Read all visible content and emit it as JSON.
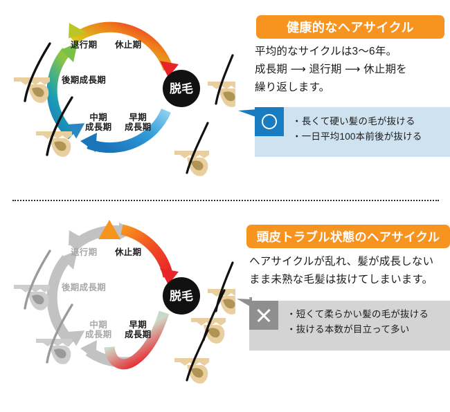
{
  "sections": [
    {
      "id": "healthy",
      "banner": "健康的なヘアサイクル",
      "body": "平均的なサイクルは3〜6年。\n成長期 ⟶ 退行期 ⟶ 休止期を\n繰り返します。",
      "callout_icon": "circle-ok-icon",
      "callout_items": "・長くて硬い髪の毛が抜ける\n・一日平均100本前後が抜ける",
      "diagram": {
        "center_label": "脱毛",
        "phases": [
          {
            "label": "休止期",
            "state": "active"
          },
          {
            "label": "退行期",
            "state": "active"
          },
          {
            "label": "後期成長期",
            "state": "active"
          },
          {
            "label": "中期\n成長期",
            "state": "active"
          },
          {
            "label": "早期\n成長期",
            "state": "active"
          }
        ]
      }
    },
    {
      "id": "trouble",
      "banner": "頭皮トラブル状態のヘアサイクル",
      "body": "ヘアサイクルが乱れ、髪が成長しない\nまま未熟な毛髪は抜けてしまいます。",
      "callout_icon": "cross-ng-icon",
      "callout_items": "・短くて柔らかい髪の毛が抜ける\n・抜ける本数が目立って多い",
      "diagram": {
        "center_label": "脱毛",
        "phases": [
          {
            "label": "休止期",
            "state": "active"
          },
          {
            "label": "退行期",
            "state": "dim"
          },
          {
            "label": "後期成長期",
            "state": "dim"
          },
          {
            "label": "中期\n成長期",
            "state": "dim"
          },
          {
            "label": "早期\n成長期",
            "state": "active"
          }
        ]
      }
    }
  ],
  "colors": {
    "banner_orange": "#f79420",
    "callout_blue_bg": "#cfe2ef",
    "callout_gray_bg": "#d4d4d4",
    "icon_blue": "#1a7cc0",
    "icon_gray": "#8f8f8f",
    "circle_black": "#111111",
    "ring_green": "#8cc63f",
    "ring_teal": "#1b9fb4",
    "ring_blue": "#1b75bb",
    "ring_lightblue": "#62bdea",
    "ring_orange": "#f47b20",
    "ring_red": "#e8232a",
    "ring_gray": "#c2c2c2",
    "follicle_tan": "#e9cfa0",
    "follicle_gray": "#c9c9c9"
  }
}
